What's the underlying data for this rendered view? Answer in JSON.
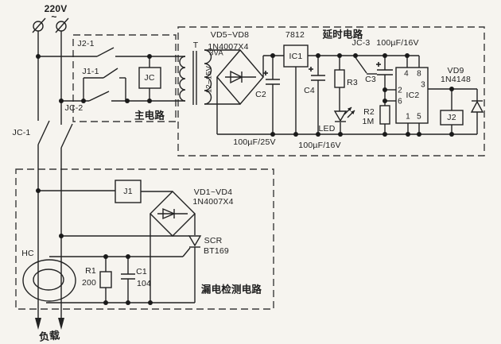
{
  "power": {
    "voltage": "220V",
    "ac_symbol": "~"
  },
  "contacts": {
    "jc1": "JC-1"
  },
  "main_circuit": {
    "title": "主电路",
    "j2_1": "J2-1",
    "j1_1": "J1-1",
    "jc_2": "JC-2",
    "jc_coil": "JC"
  },
  "transformer": {
    "ref": "T",
    "power": "3VA",
    "secondary_voltage": "12~15V"
  },
  "delay_circuit": {
    "title": "延时电路",
    "bridge_ref": "VD5~VD8",
    "bridge_part": "1N4007X4",
    "regulator_part": "7812",
    "regulator_ref": "IC1",
    "c2_ref": "C2",
    "c2_value": "100µF/25V",
    "c4_ref": "C4",
    "c4_value": "100µF/16V",
    "r3_ref": "R3",
    "led_ref": "LED",
    "jc3_ref": "JC-3",
    "c3_ref": "C3",
    "c3_value": "100µF/16V",
    "r2_ref": "R2",
    "r2_value": "1M",
    "ic2_ref": "IC2",
    "ic2_pins": {
      "p1": "1",
      "p2": "2",
      "p3": "3",
      "p4": "4",
      "p5": "5",
      "p6": "6",
      "p8": "8"
    },
    "vd9_ref": "VD9",
    "vd9_part": "1N4148",
    "j2_coil": "J2"
  },
  "leakage_circuit": {
    "title": "漏电检测电路",
    "j1_coil": "J1",
    "bridge_ref": "VD1~VD4",
    "bridge_part": "1N4007X4",
    "scr_ref": "SCR",
    "scr_part": "BT169",
    "hc_ref": "HC",
    "r1_ref": "R1",
    "r1_value": "200",
    "c1_ref": "C1",
    "c1_value": "104"
  },
  "load": {
    "label": "负载"
  },
  "colors": {
    "line": "#222222",
    "background": "#f6f4ef"
  }
}
